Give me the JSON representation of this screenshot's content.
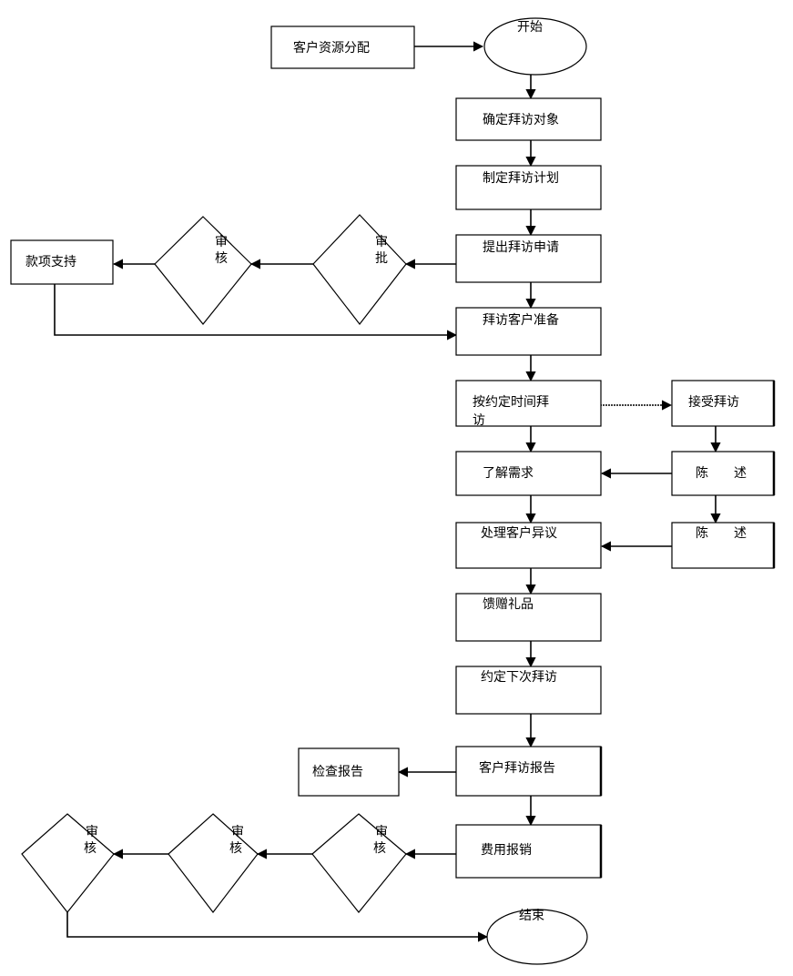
{
  "nodes": {
    "client_resource_allocation": "客户资源分配",
    "start": "开始",
    "confirm_visit_target": "确定拜访对象",
    "make_visit_plan": "制定拜访计划",
    "submit_visit_request": "提出拜访申请",
    "approve_1_a": "审",
    "approve_1_b": "批",
    "review_1_a": "审",
    "review_1_b": "核",
    "funding_support": "款项支持",
    "prepare_client_visit": "拜访客户准备",
    "visit_on_time_line1": "按约定时间拜",
    "visit_on_time_line2": "访",
    "accept_visit": "接受拜访",
    "understand_needs": "了解需求",
    "statement_1": "陈　　述",
    "handle_objections": "处理客户异议",
    "statement_2": "陈　　述",
    "give_gifts": "馈赠礼品",
    "schedule_next_visit": "约定下次拜访",
    "check_report": "检查报告",
    "client_visit_report": "客户拜访报告",
    "expense_reimbursement": "费用报销",
    "review_2_a": "审",
    "review_2_b": "核",
    "review_3_a": "审",
    "review_3_b": "核",
    "review_4_a": "审",
    "review_4_b": "核",
    "end": "结束"
  }
}
